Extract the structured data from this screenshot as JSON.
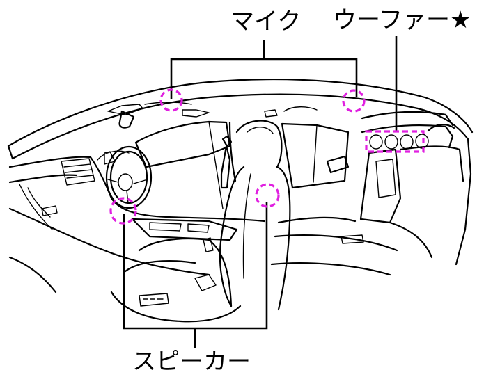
{
  "labels": {
    "mic": "マイク",
    "woofer": "ウーファー★",
    "speaker": "スピーカー"
  },
  "colors": {
    "marker": "#e020e0",
    "line": "#000000",
    "background": "#ffffff"
  },
  "marker_style": "dashed"
}
